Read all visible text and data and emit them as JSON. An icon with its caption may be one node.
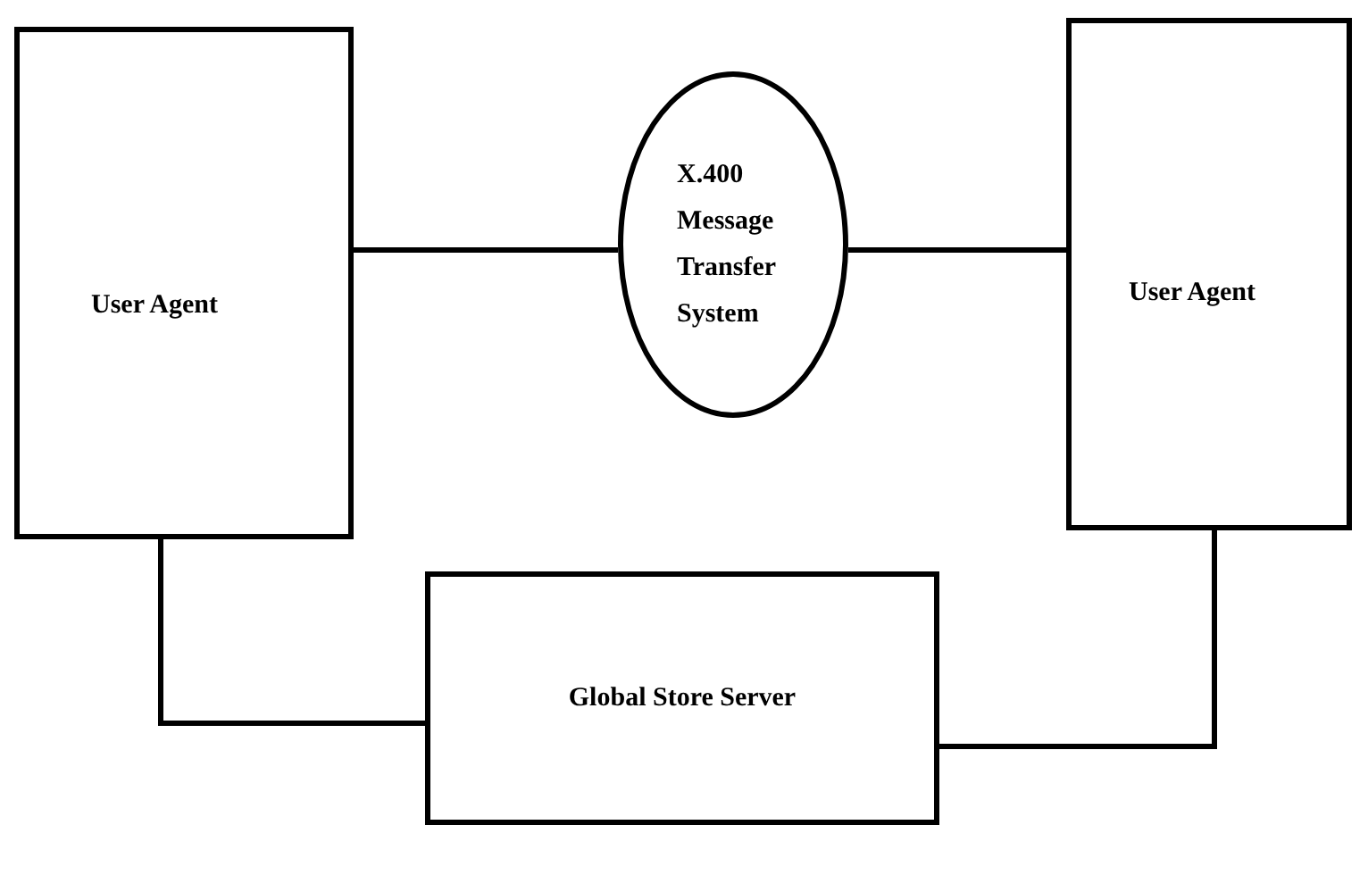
{
  "diagram": {
    "nodes": [
      {
        "text": [
          "User Agent"
        ]
      },
      {
        "text": [
          "X.400 Message Transfer System"
        ]
      },
      {
        "text": [
          "User Agent"
        ]
      },
      {
        "text": [
          "Global Store Server"
        ]
      }
    ],
    "edges": [
      {
        "from": 0,
        "to": 1,
        "arrow": "none"
      },
      {
        "from": 1,
        "to": 2,
        "arrow": "none"
      },
      {
        "from": 0,
        "to": 3,
        "arrow": "none"
      },
      {
        "from": 2,
        "to": 3,
        "arrow": "none"
      }
    ]
  }
}
